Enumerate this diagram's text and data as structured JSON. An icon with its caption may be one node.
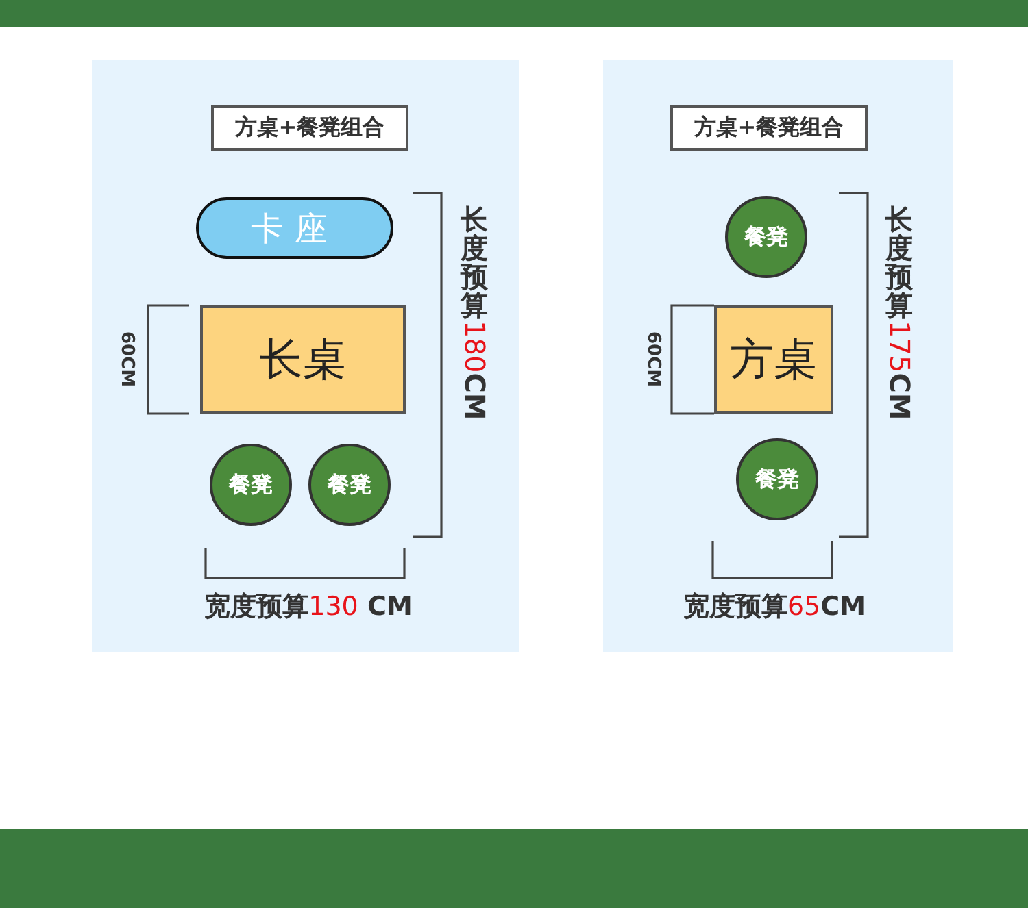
{
  "diagram": {
    "nodes": [
      {
        "text": [],
        "shape": "box"
      },
      {
        "text": [
          "方桌+餐凳组合"
        ],
        "in": 0
      },
      {
        "text": [
          "卡座"
        ],
        "in": 0
      },
      {
        "text": [
          "长桌"
        ],
        "in": 0
      },
      {
        "text": [
          "餐凳"
        ],
        "in": 0
      },
      {
        "text": [
          "餐凳"
        ],
        "in": 0
      },
      {
        "text": [],
        "shape": "box"
      },
      {
        "text": [
          "方桌+餐凳组合"
        ],
        "in": 6
      },
      {
        "text": [
          "餐凳"
        ],
        "in": 6
      },
      {
        "text": [
          "方桌"
        ],
        "in": 6
      },
      {
        "text": [
          "餐凳"
        ],
        "in": 6
      }
    ],
    "edges": [],
    "labels": [
      "60CM",
      "长度预算180CM",
      "宽度预算130 CM",
      "60CM",
      "长度预算175CM",
      "宽度预算65CM"
    ]
  }
}
